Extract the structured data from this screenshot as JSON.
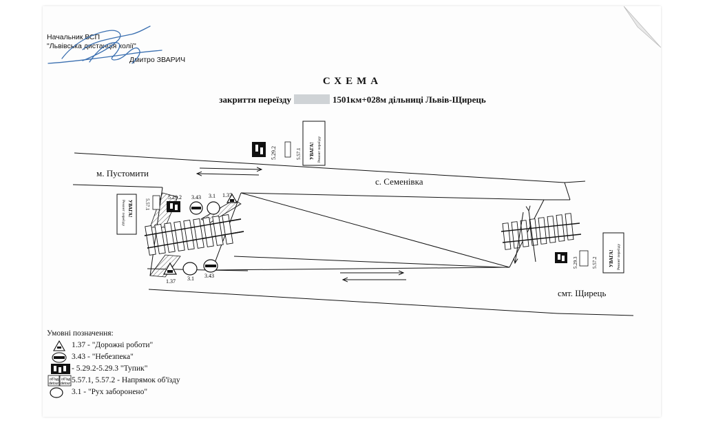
{
  "approval": {
    "line1": "Начальник ВСП",
    "line2": "\"Львівська дистанція колії\"",
    "name": "Дмитро ЗВАРИЧ"
  },
  "title": "СХЕМА",
  "subtitle_before": "закриття переїзду",
  "subtitle_after": "1501км+028м дільниці Львів-Щирець",
  "labels": {
    "pustomyty": "м. Пустомити",
    "semenivka": "с. Семенівка",
    "shchyrets": "смт. Щирець"
  },
  "signs": {
    "s5292": "5.29.2",
    "s5571": "5.57.1",
    "s5293": "5.29.3",
    "s5572": "5.57.2",
    "s343": "3.43",
    "s31": "3.1",
    "s137": "1.37",
    "warning_title": "УВАГА!",
    "warning_text": "Ремонт переїзду",
    "detour": "об'їзд",
    "detour_en": "detour"
  },
  "legend": {
    "header": "Умовні позначення:",
    "items": [
      {
        "icon": "roadworks-sign-icon",
        "text": "1.37 - \"Дорожні роботи\""
      },
      {
        "icon": "danger-sign-icon",
        "text": "3.43 - \"Небезпека\""
      },
      {
        "icon": "dead-end-sign-icon",
        "text": "- 5.29.2-5.29.3 \"Тупик\""
      },
      {
        "icon": "detour-sign-icon",
        "text": "5.57.1, 5.57.2 - Напрямок об'їзду"
      },
      {
        "icon": "no-entry-sign-icon",
        "text": "3.1 - \"Рух заборонено\""
      }
    ]
  },
  "colors": {
    "ink": "#111111",
    "accent_blue": "#3a6fb0",
    "hatch": "#555555"
  }
}
